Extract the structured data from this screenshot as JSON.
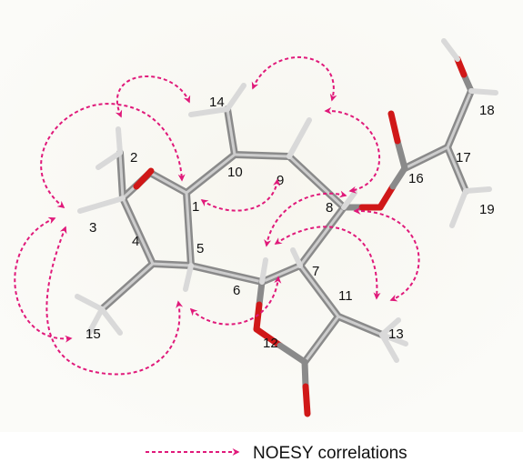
{
  "colors": {
    "background": "#f6f5ef",
    "carbon": "#8c8c8c",
    "carbon_light": "#c9c9c9",
    "hydrogen": "#e8e8e8",
    "oxygen": "#d01818",
    "noesy": "#e0197a"
  },
  "atom_labels": [
    "1",
    "2",
    "3",
    "4",
    "5",
    "6",
    "7",
    "8",
    "9",
    "10",
    "11",
    "12",
    "13",
    "14",
    "15",
    "16",
    "17",
    "18",
    "19"
  ],
  "legend": {
    "label": "NOESY correlations"
  }
}
